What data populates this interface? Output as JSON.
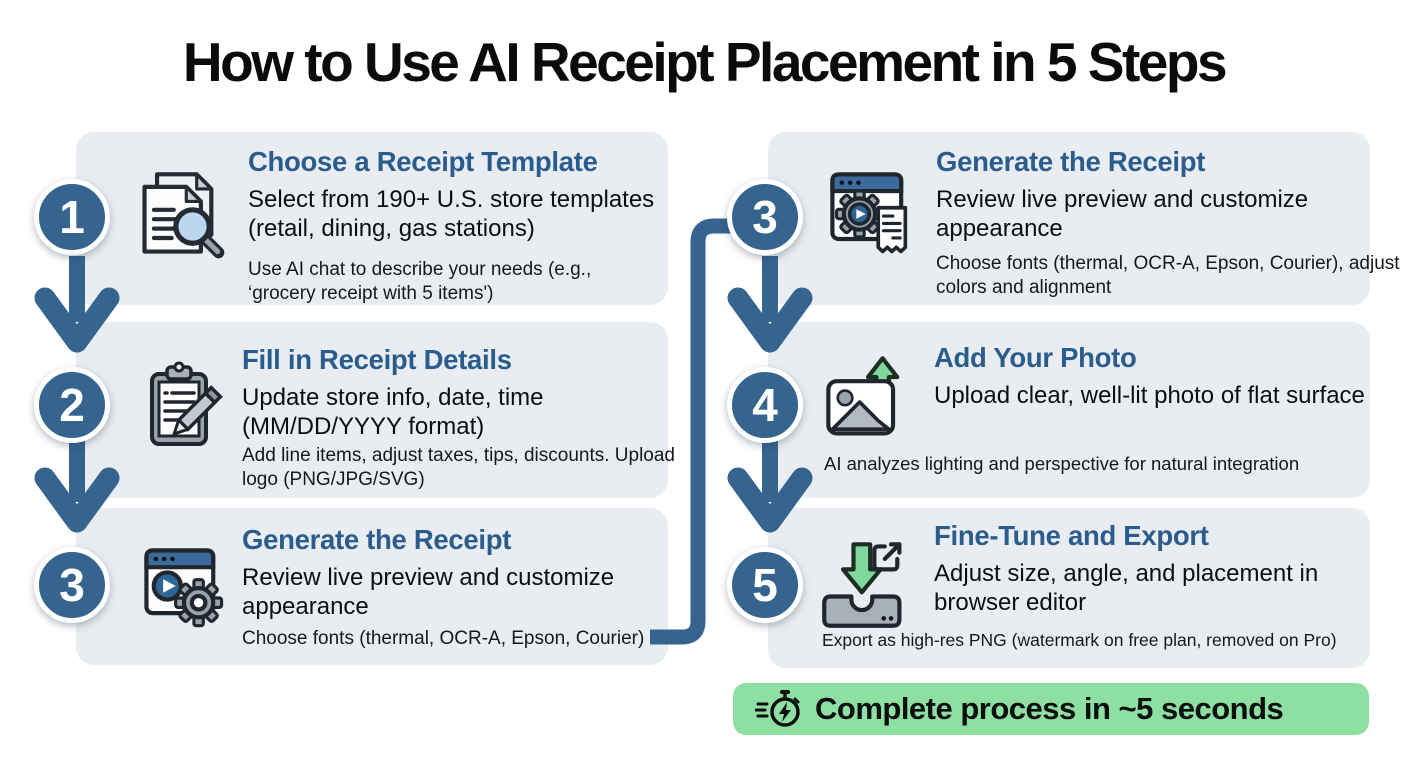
{
  "title": "How to Use AI Receipt Placement in 5 Steps",
  "colors": {
    "accent_blue": "#35648f",
    "heading_blue": "#2a5d8c",
    "card_background": "#e9edf1",
    "banner_green": "#8ee0a2",
    "icon_green": "#7fd89b"
  },
  "steps": [
    {
      "number": "1",
      "icon": "document-search-icon",
      "title": "Choose a Receipt Template",
      "description": "Select from 190+ U.S. store templates (retail, dining, gas stations)",
      "note": "Use AI chat to describe your needs (e.g., ‘grocery receipt with 5 items')"
    },
    {
      "number": "2",
      "icon": "clipboard-pencil-icon",
      "title": "Fill in Receipt Details",
      "description": "Update store info, date, time (MM/DD/YYYY format)",
      "note": "Add line items, adjust taxes, tips, discounts. Upload logo (PNG/JPG/SVG)"
    },
    {
      "number": "3",
      "icon": "browser-play-gear-icon",
      "title": "Generate the Receipt",
      "description": "Review live preview and customize appearance",
      "note": "Choose fonts (thermal, OCR-A, Epson, Courier)"
    },
    {
      "number": "3",
      "icon": "browser-gear-receipt-icon",
      "title": "Generate the Receipt",
      "description": "Review live preview and customize appearance",
      "note": "Choose fonts (thermal, OCR-A, Epson, Courier), adjust colors and alignment"
    },
    {
      "number": "4",
      "icon": "photo-upload-icon",
      "title": "Add Your Photo",
      "description": "Upload clear, well-lit photo of flat surface",
      "note": "AI analyzes lighting and perspective for natural integration"
    },
    {
      "number": "5",
      "icon": "export-download-icon",
      "title": "Fine-Tune and Export",
      "description": "Adjust size, angle, and placement in browser editor",
      "note": "Export as high-res PNG (watermark on free plan, removed on Pro)"
    }
  ],
  "banner": {
    "icon": "stopwatch-icon",
    "label": "Complete process in ~5 seconds"
  }
}
